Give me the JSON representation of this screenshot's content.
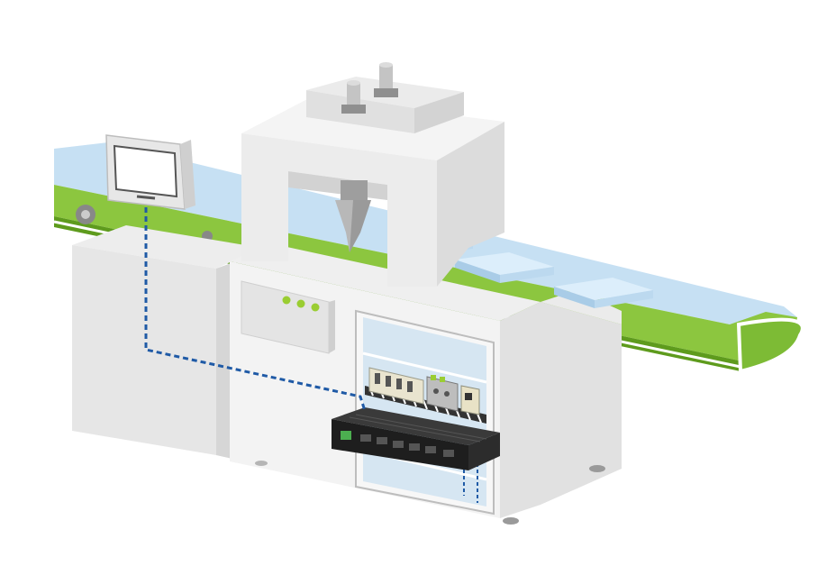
{
  "scene": {
    "subject": "packaging-machine-on-conveyor",
    "labels": []
  },
  "palette": {
    "belt_green": "#8cc63f",
    "belt_dark": "#5e9b1d",
    "belt_track": "#b9d8ef",
    "machine_light": "#f2f2f2",
    "machine_mid": "#e2e2e2",
    "machine_shadow": "#d0d0d0",
    "package_blue": "#c9e3f5",
    "led_green": "#9acd32",
    "cable_blue": "#1f5aa6",
    "controller_dark": "#1e1e1e",
    "hatch_dark": "#222222"
  },
  "icons": {
    "conveyor": "conveyor-belt-icon",
    "hmi": "touch-panel-icon",
    "controller": "industrial-controller-icon",
    "plc": "plc-module-icon"
  },
  "indicators": {
    "status_leds": 3,
    "packages_on_belt": 3
  }
}
